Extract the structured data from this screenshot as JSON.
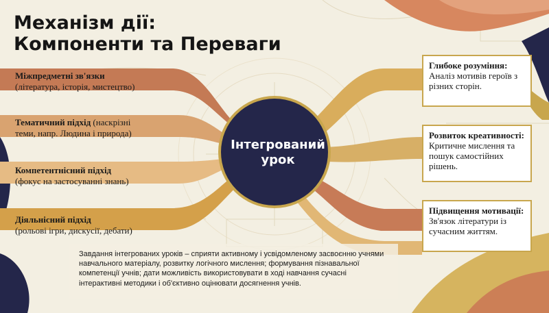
{
  "title": {
    "line1": "Механізм дії:",
    "line2": "Компоненти та Переваги"
  },
  "left_items": [
    {
      "bold": "Міжпредметні зв'язки",
      "rest": "(література, історія, мистецтво)"
    },
    {
      "bold": "Тематичний підхід",
      "rest": "(наскрізні теми, напр. Людина і природа)"
    },
    {
      "bold": "Компетентнісний підхід",
      "rest": "(фокус на застосуванні знань)"
    },
    {
      "bold": "Діяльнісний підхід",
      "rest": "(рольові ігри, дискусії, дебати)"
    }
  ],
  "center": {
    "line1": "Інтегрований",
    "line2": "урок"
  },
  "right_cards": [
    {
      "heading": "Глибоке розуміння:",
      "text": "Аналіз мотивів героїв з різних сторін."
    },
    {
      "heading": "Розвиток креативності:",
      "text": "Критичне мислення та пошук самостійних рішень."
    },
    {
      "heading": "Підвищення мотивації:",
      "text": "Зв'язок літератури із сучасним життям."
    }
  ],
  "note": "Завдання інтегрованих уроків – сприяти активному і усвідомленому засвоєнню учнями навчального матеріалу, розвитку логічного мислення; формування пізнавальної компетенції учнів; дати можливість використовувати в ході навчання сучасні інтерактивні методики і об'єктивно оцінювати досягнення учнів.",
  "colors": {
    "background": "#f3efe2",
    "navy": "#24264a",
    "gold": "#c8a64d",
    "terracotta": "#c47a55",
    "card_border": "#c8a64d"
  }
}
